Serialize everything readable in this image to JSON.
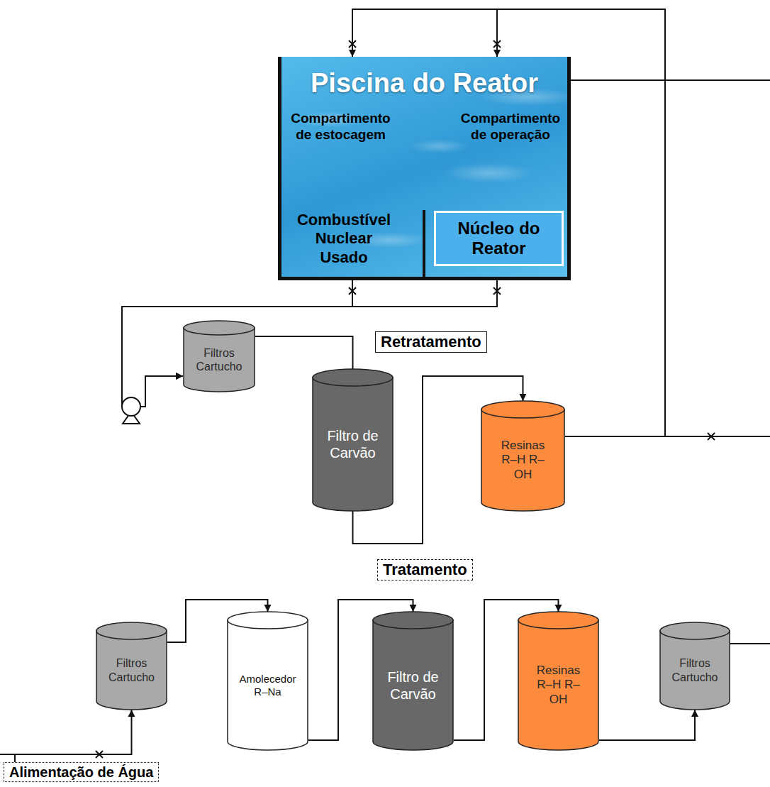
{
  "diagram": {
    "nodes": [
      {
        "text": [
          "Piscina do Reator"
        ]
      },
      {
        "text": [
          "Compartimento de estocagem",
          "Combustível Nuclear Usado"
        ],
        "in": 0
      },
      {
        "text": [
          "Compartimento de operação"
        ],
        "in": 0
      },
      {
        "text": [
          "Núcleo do Reator"
        ],
        "in": 2
      },
      {
        "text": [
          "Retratamento"
        ]
      },
      {
        "text": [
          "Filtros Cartucho"
        ]
      },
      {
        "text": [
          "Filtro de Carvão"
        ]
      },
      {
        "text": [
          "Resinas R–H R–OH"
        ]
      },
      {
        "text": [
          "Tratamento"
        ]
      },
      {
        "text": [
          "Filtros Cartucho"
        ]
      },
      {
        "text": [
          "Amolecedor R–Na"
        ]
      },
      {
        "text": [
          "Filtro de Carvão"
        ]
      },
      {
        "text": [
          "Resinas R–H R–OH"
        ]
      },
      {
        "text": [
          "Filtros Cartucho"
        ]
      },
      {
        "text": [
          "Alimentação de Água"
        ]
      }
    ],
    "edges": [
      {
        "from": 1,
        "to": 5,
        "arrow": "to"
      },
      {
        "from": 2,
        "to": 5,
        "arrow": "to"
      },
      {
        "from": 5,
        "to": 6,
        "arrow": "none"
      },
      {
        "from": 6,
        "to": 7,
        "arrow": "to"
      },
      {
        "from": 7,
        "to": 1,
        "arrow": "to"
      },
      {
        "from": 7,
        "to": 2,
        "arrow": "to"
      },
      {
        "from": 14,
        "to": 9,
        "arrow": "to"
      },
      {
        "from": 9,
        "to": 10,
        "arrow": "to"
      },
      {
        "from": 10,
        "to": 11,
        "arrow": "to"
      },
      {
        "from": 11,
        "to": 12,
        "arrow": "to"
      },
      {
        "from": 12,
        "to": 13,
        "arrow": "to"
      }
    ]
  }
}
